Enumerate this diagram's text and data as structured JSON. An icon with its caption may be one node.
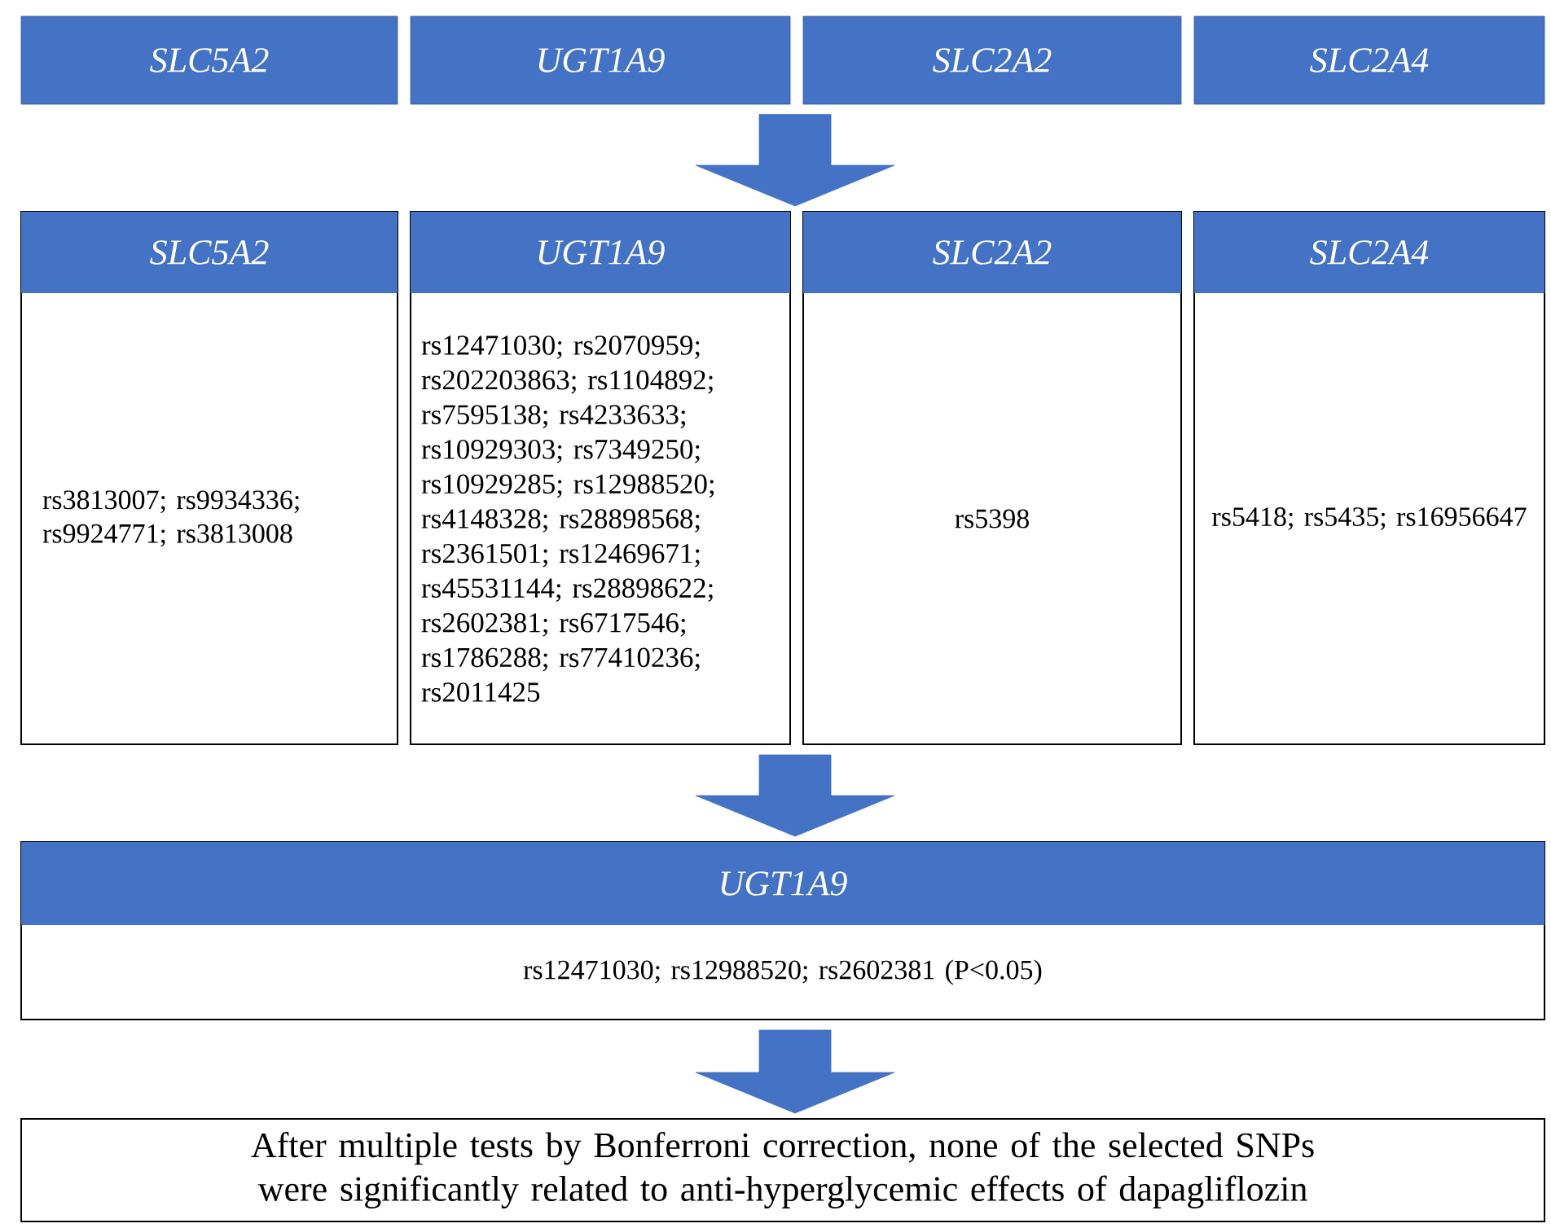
{
  "diagram": {
    "nodes": [
      {
        "text": [
          "SLC5A2"
        ]
      },
      {
        "text": [
          "UGT1A9"
        ]
      },
      {
        "text": [
          "SLC2A2"
        ]
      },
      {
        "text": [
          "SLC2A4"
        ]
      },
      {
        "text": [
          "SLC5A2",
          "rs3813007; rs9934336; rs9924771; rs3813008"
        ]
      },
      {
        "text": [
          "UGT1A9",
          "rs12471030; rs2070959; rs202203863; rs1104892; rs7595138; rs4233633; rs10929303; rs7349250; rs10929285; rs12988520; rs4148328; rs28898568; rs2361501; rs12469671; rs45531144; rs28898622; rs2602381; rs6717546; rs1786288; rs77410236; rs2011425"
        ]
      },
      {
        "text": [
          "SLC2A2",
          "rs5398"
        ]
      },
      {
        "text": [
          "SLC2A4",
          "rs5418; rs5435; rs16956647"
        ]
      },
      {
        "text": [
          "UGT1A9",
          "rs12471030; rs12988520; rs2602381 (P<0.05)"
        ]
      },
      {
        "text": [
          "After multiple tests by Bonferroni correction, none of the selected SNPs were significantly related to anti-hyperglycemic effects of dapagliflozin"
        ]
      }
    ],
    "edges": [
      {
        "from": 1,
        "to": 5,
        "arrow": "to"
      },
      {
        "from": 5,
        "to": 8,
        "arrow": "to"
      },
      {
        "from": 8,
        "to": 9,
        "arrow": "to"
      }
    ]
  }
}
